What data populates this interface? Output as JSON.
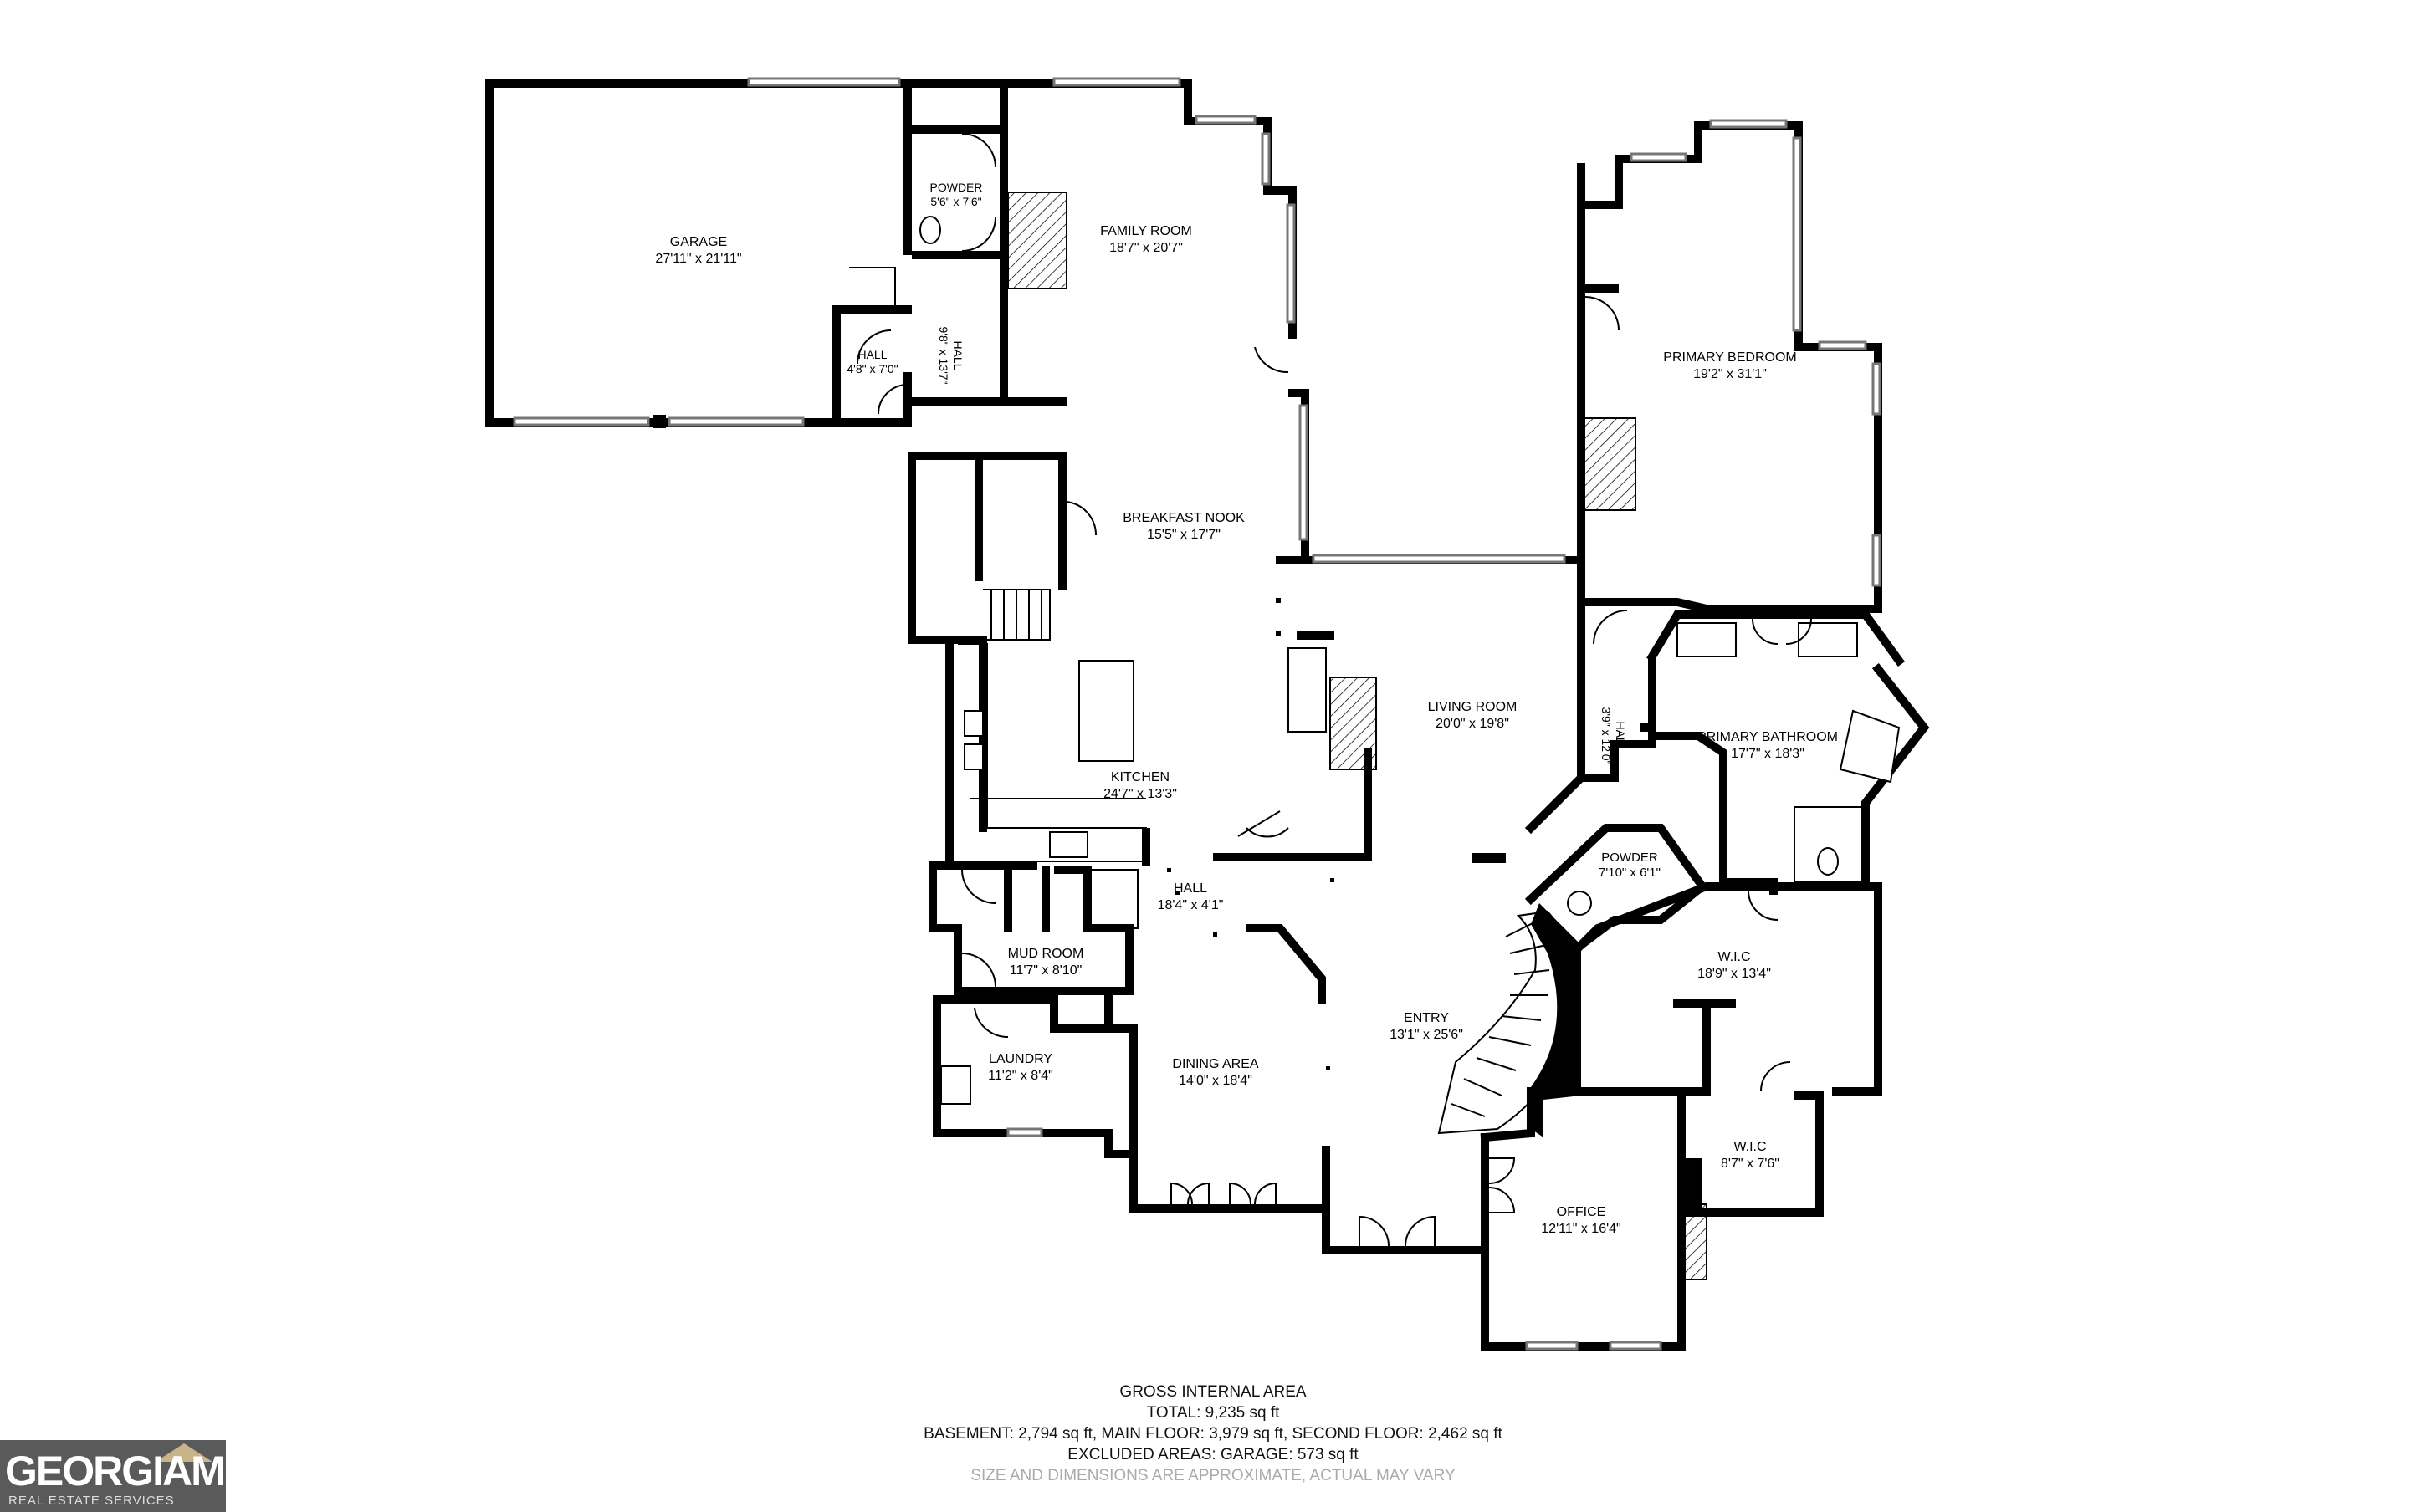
{
  "rooms": [
    {
      "id": "garage",
      "name": "GARAGE",
      "dims": "27'11\" x 21'11\""
    },
    {
      "id": "powder1",
      "name": "POWDER",
      "dims": "5'6\" x 7'6\""
    },
    {
      "id": "family",
      "name": "FAMILY ROOM",
      "dims": "18'7\" x 20'7\""
    },
    {
      "id": "hall1",
      "name": "HALL",
      "dims": "4'8\" x 7'0\""
    },
    {
      "id": "hall2",
      "name": "HALL",
      "dims": "9'8\" x 13'7\""
    },
    {
      "id": "primary_bed",
      "name": "PRIMARY BEDROOM",
      "dims": "19'2\" x 31'1\""
    },
    {
      "id": "nook",
      "name": "BREAKFAST NOOK",
      "dims": "15'5\" x 17'7\""
    },
    {
      "id": "living",
      "name": "LIVING ROOM",
      "dims": "20'0\" x 19'8\""
    },
    {
      "id": "hall3",
      "name": "HALL",
      "dims": "3'9\" x 12'0\""
    },
    {
      "id": "primary_bath",
      "name": "PRIMARY BATHROOM",
      "dims": "17'7\" x 18'3\""
    },
    {
      "id": "kitchen",
      "name": "KITCHEN",
      "dims": "24'7\" x 13'3\""
    },
    {
      "id": "powder2",
      "name": "POWDER",
      "dims": "7'10\" x 6'1\""
    },
    {
      "id": "hall4",
      "name": "HALL",
      "dims": "18'4\" x 4'1\""
    },
    {
      "id": "mud",
      "name": "MUD ROOM",
      "dims": "11'7\" x 8'10\""
    },
    {
      "id": "wic1",
      "name": "W.I.C",
      "dims": "18'9\" x 13'4\""
    },
    {
      "id": "entry",
      "name": "ENTRY",
      "dims": "13'1\" x 25'6\""
    },
    {
      "id": "laundry",
      "name": "LAUNDRY",
      "dims": "11'2\" x 8'4\""
    },
    {
      "id": "dining",
      "name": "DINING AREA",
      "dims": "14'0\" x 18'4\""
    },
    {
      "id": "wic2",
      "name": "W.I.C",
      "dims": "8'7\" x 7'6\""
    },
    {
      "id": "office",
      "name": "OFFICE",
      "dims": "12'11\" x 16'4\""
    }
  ],
  "summary": {
    "heading": "GROSS INTERNAL AREA",
    "total": "TOTAL: 9,235 sq ft",
    "floors": "BASEMENT: 2,794 sq ft, MAIN FLOOR: 3,979 sq ft, SECOND FLOOR: 2,462 sq ft",
    "excluded": "EXCLUDED AREAS: GARAGE: 573 sq ft",
    "disclaimer": "SIZE AND DIMENSIONS ARE APPROXIMATE, ACTUAL MAY VARY"
  },
  "logo": {
    "brand": "GEORGIAMLS",
    "tagline": "REAL ESTATE SERVICES",
    "roof_color": "#c9b48a",
    "bg_color": "#5a5a5a"
  }
}
